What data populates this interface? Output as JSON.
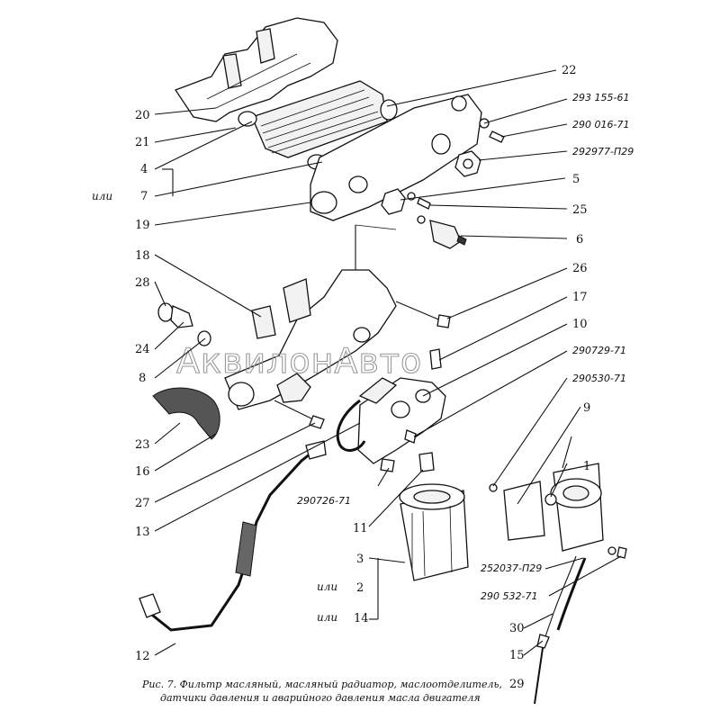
{
  "labels": {
    "n20": "20",
    "n21": "21",
    "n4": "4",
    "n7": "7",
    "n19": "19",
    "n22": "22",
    "n5": "5",
    "n25": "25",
    "n6": "6",
    "n18": "18",
    "n28": "28",
    "n24": "24",
    "n8": "8",
    "n23": "23",
    "n16": "16",
    "n27": "27",
    "n13": "13",
    "n26": "26",
    "n17": "17",
    "n10": "10",
    "n9": "9",
    "n1": "1",
    "n11": "11",
    "n3": "3",
    "n2": "2",
    "n14": "14",
    "n12": "12",
    "n30": "30",
    "n15": "15",
    "n29": "29"
  },
  "catalog": {
    "c293155": "293 155-61",
    "c290016": "290 016-71",
    "c292977": "292977-П29",
    "c290729": "290729-71",
    "c290530": "290530-71",
    "c290726": "290726-71",
    "c252037": "252037-П29",
    "c290532": "290 532-71"
  },
  "ili": "или",
  "watermark": "АквилонАвто",
  "caption": {
    "line1": "Рис. 7. Фильтр масляный, масляный радиатор, маслоотделитель,",
    "line2": "датчики давления и аварийного давления масла двигателя"
  }
}
